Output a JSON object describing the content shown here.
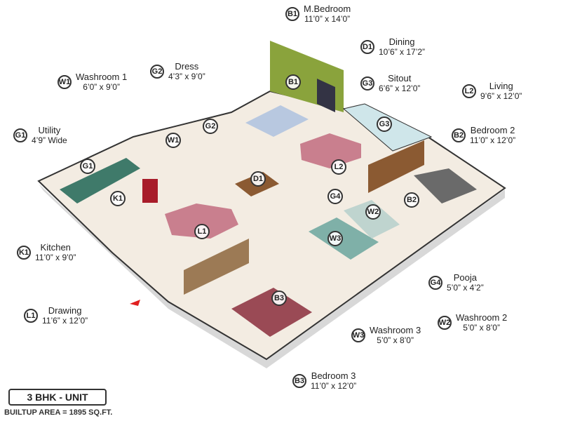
{
  "legend": [
    {
      "code": "B1",
      "name": "M.Bedroom",
      "dims": "11’0” x 14’0”"
    },
    {
      "code": "D1",
      "name": "Dining",
      "dims": "10’6” x 17’2”"
    },
    {
      "code": "W1",
      "name": "Washroom 1",
      "dims": "6’0” x 9’0”"
    },
    {
      "code": "G2",
      "name": "Dress",
      "dims": "4’3” x 9’0”"
    },
    {
      "code": "G3",
      "name": "Sitout",
      "dims": "6’6” x 12’0”"
    },
    {
      "code": "L2",
      "name": "Living",
      "dims": "9’6” x 12’0”"
    },
    {
      "code": "G1",
      "name": "Utility",
      "dims": "4’9” Wide"
    },
    {
      "code": "B2",
      "name": "Bedroom 2",
      "dims": "11’0” x 12’0”"
    },
    {
      "code": "K1",
      "name": "Kitchen",
      "dims": "11’0” x 9’0”"
    },
    {
      "code": "G4",
      "name": "Pooja",
      "dims": "5’0” x 4’2”"
    },
    {
      "code": "W2",
      "name": "Washroom 2",
      "dims": "5’0” x 8’0”"
    },
    {
      "code": "L1",
      "name": "Drawing",
      "dims": "11’6” x 12’0”"
    },
    {
      "code": "W3",
      "name": "Washroom 3",
      "dims": "5’0” x 8’0”"
    },
    {
      "code": "B3",
      "name": "Bedroom 3",
      "dims": "11’0” x 12’0”"
    }
  ],
  "markers": [
    "B1",
    "G2",
    "W1",
    "G1",
    "K1",
    "D1",
    "L2",
    "G3",
    "G4",
    "W2",
    "B2",
    "L1",
    "W3",
    "B3"
  ],
  "unit_title": "3 BHK - UNIT",
  "builtup_area": "BUILTUP AREA = 1895 SQ.FT.",
  "colors": {
    "accent_wall": "#8aa33c",
    "sofa": "#c97f8e",
    "floor": "#f3ece2",
    "entry_arrow": "#e02020"
  }
}
